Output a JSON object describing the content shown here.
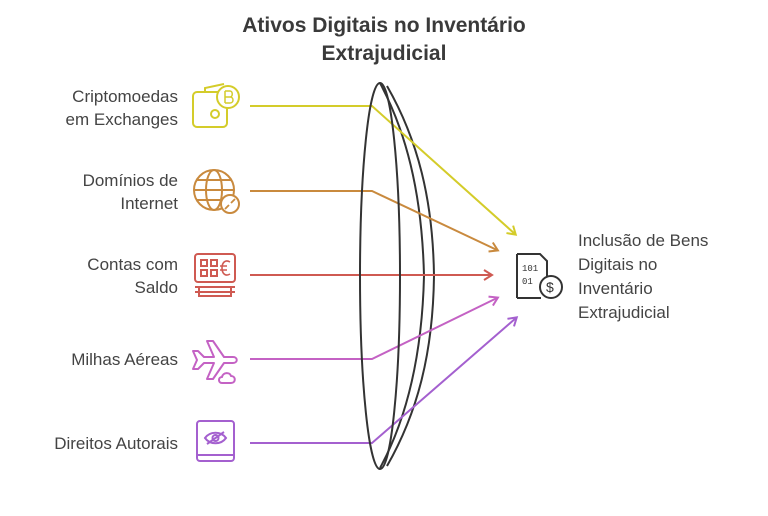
{
  "title": {
    "line1": "Ativos Digitais no Inventário",
    "line2": "Extrajudicial"
  },
  "sources": [
    {
      "line1": "Criptomoedas",
      "line2": "em Exchanges",
      "icon": "wallet-bitcoin-icon",
      "color": "#d4cc2a"
    },
    {
      "line1": "Domínios de",
      "line2": "Internet",
      "icon": "globe-broken-link-icon",
      "color": "#c98a3e"
    },
    {
      "line1": "Contas com",
      "line2": "Saldo",
      "icon": "banking-terminal-icon",
      "color": "#cf5a52"
    },
    {
      "line1": "Milhas Aéreas",
      "line2": "",
      "icon": "airplane-cloud-icon",
      "color": "#c462c4"
    },
    {
      "line1": "Direitos Autorais",
      "line2": "",
      "icon": "book-eye-icon",
      "color": "#a460cf"
    }
  ],
  "target": {
    "line1": "Inclusão de Bens",
    "line2": "Digitais no",
    "line3": "Inventário",
    "line4": "Extrajudicial",
    "icon": "digital-sim-dollar-icon"
  },
  "lens_color": "#333333"
}
